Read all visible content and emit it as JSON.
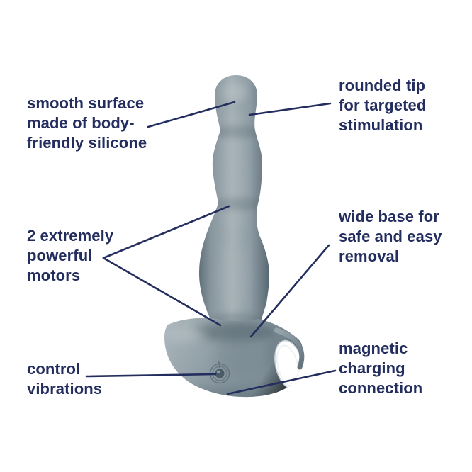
{
  "colors": {
    "navy": "#232d5e",
    "body": "#93a1a8",
    "background": "#ffffff"
  },
  "labels": {
    "smooth_surface": {
      "lines": [
        "smooth surface",
        "made of body-",
        "friendly silicone"
      ]
    },
    "rounded_tip": {
      "lines": [
        "rounded tip",
        "for targeted",
        "stimulation"
      ]
    },
    "motors": {
      "lines": [
        "2 extremely",
        "powerful",
        "motors"
      ]
    },
    "wide_base": {
      "lines": [
        "wide base for",
        "safe and easy",
        "removal"
      ]
    },
    "control": {
      "lines": [
        "control",
        "vibrations"
      ]
    },
    "magnetic": {
      "lines": [
        "magnetic",
        "charging",
        "connection"
      ]
    }
  }
}
